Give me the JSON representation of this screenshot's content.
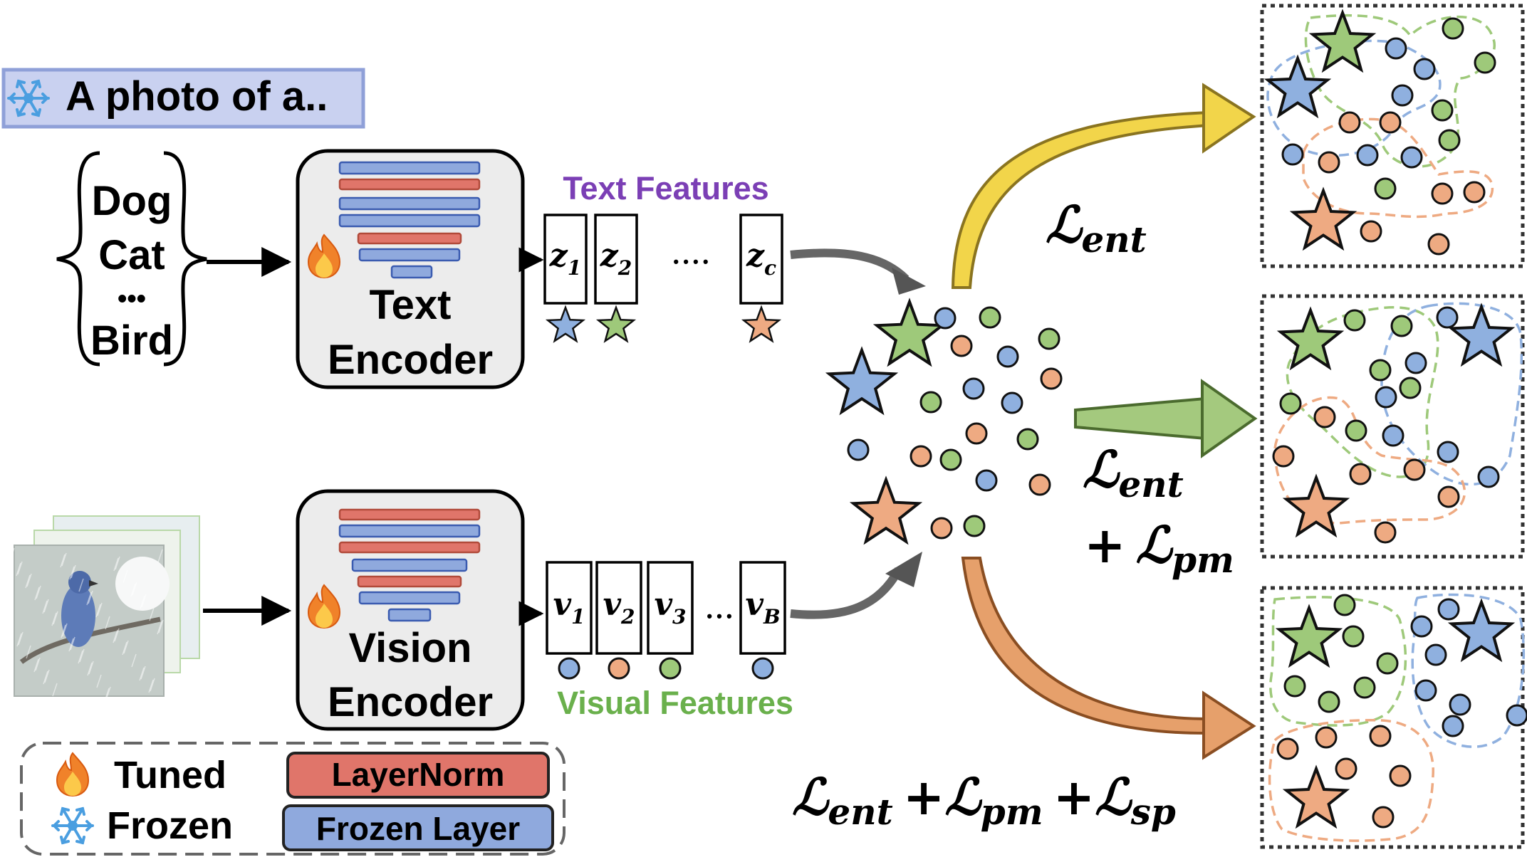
{
  "prompt": {
    "text": "A photo of a.."
  },
  "classes": {
    "items": [
      "Dog",
      "Cat",
      "•••",
      "Bird"
    ]
  },
  "text_encoder": {
    "line1": "Text",
    "line2": "Encoder"
  },
  "vision_encoder": {
    "line1": "Vision",
    "line2": "Encoder"
  },
  "text_features": {
    "title": "Text Features",
    "tokens": [
      {
        "base": "z",
        "sub": "1"
      },
      {
        "base": "z",
        "sub": "2"
      },
      {
        "base": "z",
        "sub": "c"
      }
    ],
    "ellipsis": "• • • •"
  },
  "visual_features": {
    "title": "Visual Features",
    "tokens": [
      {
        "base": "v",
        "sub": "1"
      },
      {
        "base": "v",
        "sub": "2"
      },
      {
        "base": "v",
        "sub": "3"
      },
      {
        "base": "v",
        "sub": "B"
      }
    ],
    "ellipsis": "• • •"
  },
  "losses": {
    "top": {
      "base": "ℒ",
      "sub": "ent"
    },
    "middle": {
      "line1": {
        "base": "ℒ",
        "sub": "ent"
      },
      "line2": {
        "plus": "+",
        "base": "ℒ",
        "sub": "pm"
      }
    },
    "bottom": {
      "t1": {
        "base": "ℒ",
        "sub": "ent"
      },
      "t2": {
        "plus": "+",
        "base": "ℒ",
        "sub": "pm"
      },
      "t3": {
        "plus": "+",
        "base": "ℒ",
        "sub": "sp"
      }
    }
  },
  "legend": {
    "tuned": "Tuned",
    "frozen": "Frozen",
    "layernorm": "LayerNorm",
    "frozen_layer": "Frozen Layer"
  },
  "colors": {
    "blue": "#8fb0df",
    "green": "#9ec97a",
    "orange": "#eeaa82",
    "text_feat_title": "#7b3fb5",
    "vis_feat_title": "#6ab04c",
    "layernorm": "#e0756a",
    "frozen_layer": "#8fa9dd",
    "arrow_yellow": "#f2d54a",
    "arrow_green": "#a4c97e",
    "arrow_orange": "#e6a06b",
    "prompt_bg": "#c9d1f0",
    "prompt_border": "#8fa0d8"
  },
  "icons": {
    "tuned": "flame-icon",
    "frozen": "snowflake-icon"
  }
}
